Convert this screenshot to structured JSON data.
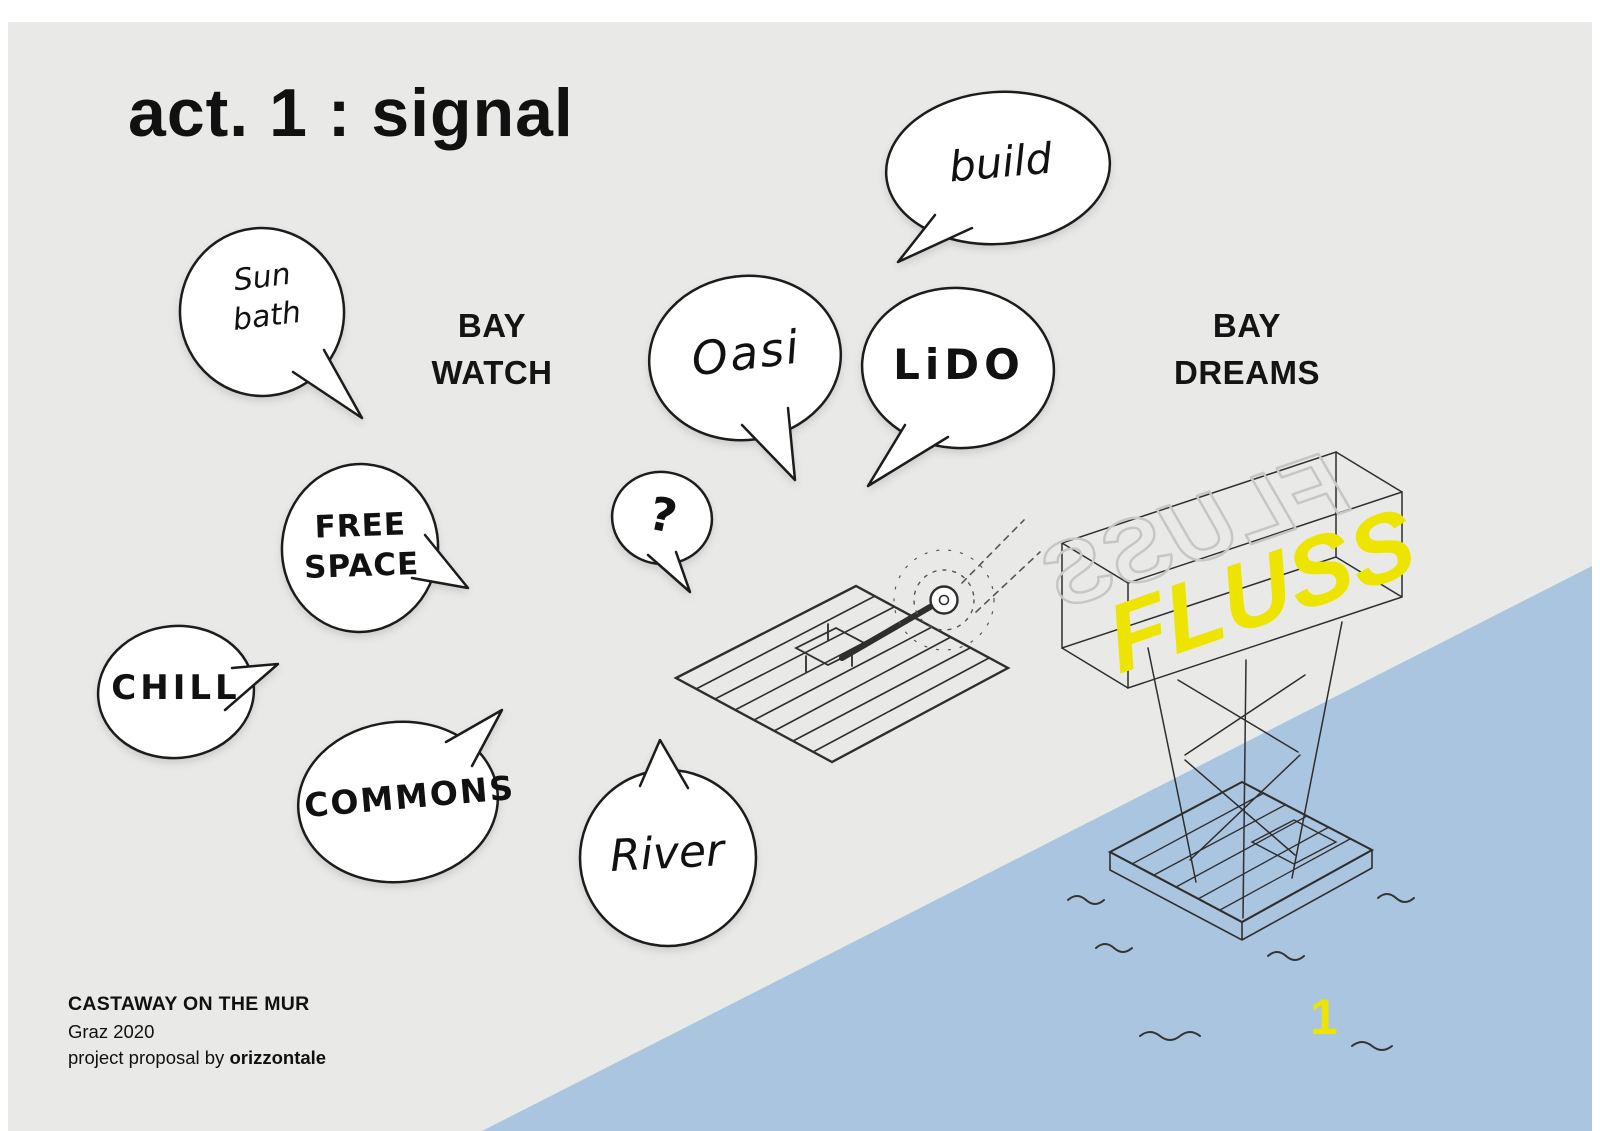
{
  "slide": {
    "title": "act. 1 : signal",
    "page_number": "1"
  },
  "columns": {
    "bay_watch": "BAY\nWATCH",
    "bay_dreams": "BAY\nDREAMS"
  },
  "bubbles": {
    "sun_bath": "Sun\nbath",
    "build": "build",
    "oasi": "Oasi",
    "lido": "LiDO",
    "question_mark": "?",
    "free_space": "FREE\nSPACE",
    "chill": "CHILL",
    "commons": "COMMONS",
    "river": "River"
  },
  "sign": {
    "front_text": "FLUSS",
    "back_text": "FLUSS"
  },
  "footer": {
    "project": "CASTAWAY ON THE MUR",
    "location": "Graz 2020",
    "proposal_prefix": "project proposal by ",
    "studio": "orizzontale"
  },
  "colors": {
    "background": "#e9e9e7",
    "water_blue": "#a9c5df",
    "accent_yellow": "#ede400",
    "ink": "#141414",
    "sketch_outline_gray": "#c6c6c6"
  }
}
